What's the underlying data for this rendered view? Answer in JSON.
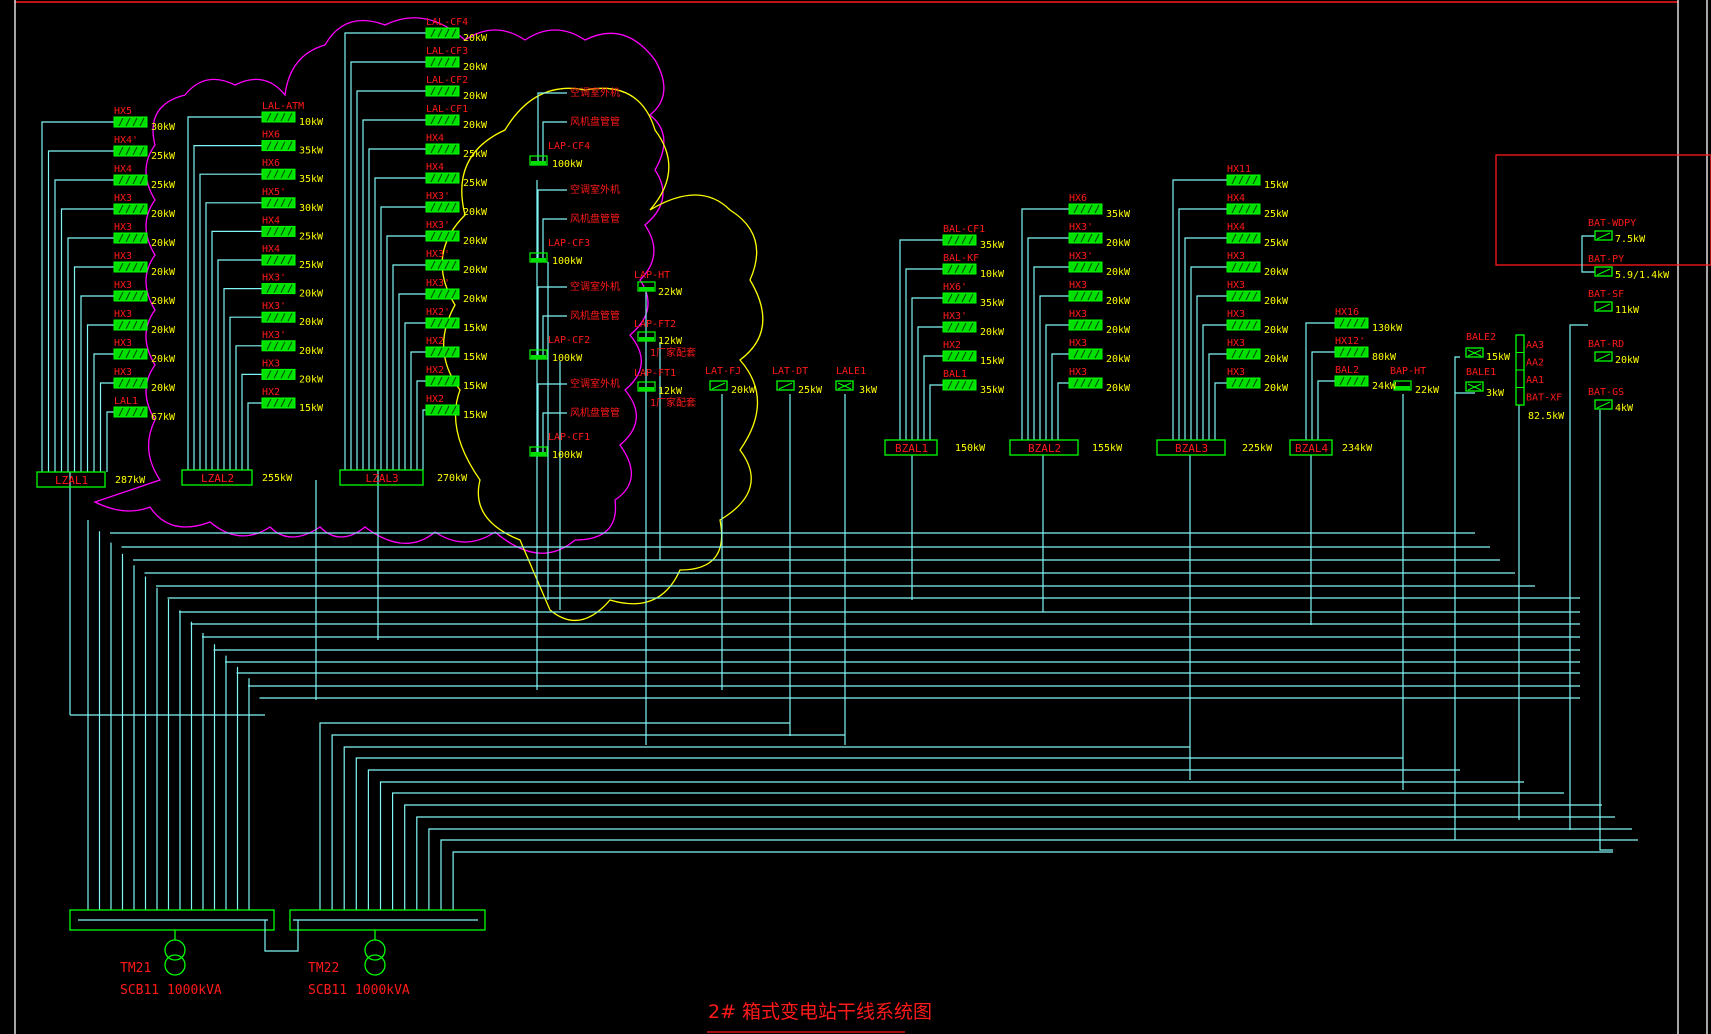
{
  "title": "2# 箱式变电站干线系统图",
  "colors": {
    "wire": "#7ff5f5",
    "equipment": "#00ff00",
    "label": "#ff1a1a",
    "power": "#ffff00",
    "cloud_magenta": "#ff00ff",
    "cloud_yellow": "#ffff00",
    "border": "#ffffff"
  },
  "transformers": [
    {
      "id": "TM21",
      "spec": "SCB11 1000kVA"
    },
    {
      "id": "TM22",
      "spec": "SCB11 1000kVA"
    }
  ],
  "panels": [
    {
      "id": "LZAL1",
      "total": "287kW",
      "feeders": [
        {
          "name": "HX5",
          "kw": "30kW"
        },
        {
          "name": "HX4'",
          "kw": "25kW"
        },
        {
          "name": "HX4",
          "kw": "25kW"
        },
        {
          "name": "HX3",
          "kw": "20kW"
        },
        {
          "name": "HX3",
          "kw": "20kW"
        },
        {
          "name": "HX3",
          "kw": "20kW"
        },
        {
          "name": "HX3",
          "kw": "20kW"
        },
        {
          "name": "HX3",
          "kw": "20kW"
        },
        {
          "name": "HX3",
          "kw": "20kW"
        },
        {
          "name": "HX3",
          "kw": "20kW"
        },
        {
          "name": "LAL1",
          "kw": "67kW"
        }
      ]
    },
    {
      "id": "LZAL2",
      "total": "255kW",
      "feeders": [
        {
          "name": "LAL-ATM",
          "kw": "10kW"
        },
        {
          "name": "HX6",
          "kw": "35kW"
        },
        {
          "name": "HX6",
          "kw": "35kW"
        },
        {
          "name": "HX5'",
          "kw": "30kW"
        },
        {
          "name": "HX4",
          "kw": "25kW"
        },
        {
          "name": "HX4",
          "kw": "25kW"
        },
        {
          "name": "HX3'",
          "kw": "20kW"
        },
        {
          "name": "HX3'",
          "kw": "20kW"
        },
        {
          "name": "HX3'",
          "kw": "20kW"
        },
        {
          "name": "HX3",
          "kw": "20kW"
        },
        {
          "name": "HX2",
          "kw": "15kW"
        }
      ]
    },
    {
      "id": "LZAL3",
      "total": "270kW",
      "feeders": [
        {
          "name": "LAL-CF4",
          "kw": "20kW"
        },
        {
          "name": "LAL-CF3",
          "kw": "20kW"
        },
        {
          "name": "LAL-CF2",
          "kw": "20kW"
        },
        {
          "name": "LAL-CF1",
          "kw": "20kW"
        },
        {
          "name": "HX4",
          "kw": "25kW"
        },
        {
          "name": "HX4",
          "kw": "25kW"
        },
        {
          "name": "HX3'",
          "kw": "20kW"
        },
        {
          "name": "HX3'",
          "kw": "20kW"
        },
        {
          "name": "HX3'",
          "kw": "20kW"
        },
        {
          "name": "HX3'",
          "kw": "20kW"
        },
        {
          "name": "HX2'",
          "kw": "15kW"
        },
        {
          "name": "HX2",
          "kw": "15kW"
        },
        {
          "name": "HX2",
          "kw": "15kW"
        },
        {
          "name": "HX2",
          "kw": "15kW"
        }
      ]
    },
    {
      "id": "BZAL1",
      "total": "150kW",
      "feeders": [
        {
          "name": "BAL-CF1",
          "kw": "35kW"
        },
        {
          "name": "BAL-KF",
          "kw": "10kW"
        },
        {
          "name": "HX6'",
          "kw": "35kW"
        },
        {
          "name": "HX3'",
          "kw": "20kW"
        },
        {
          "name": "HX2",
          "kw": "15kW"
        },
        {
          "name": "BAL1",
          "kw": "35kW"
        }
      ]
    },
    {
      "id": "BZAL2",
      "total": "155kW",
      "feeders": [
        {
          "name": "HX6",
          "kw": "35kW"
        },
        {
          "name": "HX3'",
          "kw": "20kW"
        },
        {
          "name": "HX3'",
          "kw": "20kW"
        },
        {
          "name": "HX3",
          "kw": "20kW"
        },
        {
          "name": "HX3",
          "kw": "20kW"
        },
        {
          "name": "HX3",
          "kw": "20kW"
        },
        {
          "name": "HX3",
          "kw": "20kW"
        }
      ]
    },
    {
      "id": "BZAL3",
      "total": "225kW",
      "feeders": [
        {
          "name": "HX11",
          "kw": "15kW"
        },
        {
          "name": "HX4",
          "kw": "25kW"
        },
        {
          "name": "HX4",
          "kw": "25kW"
        },
        {
          "name": "HX3",
          "kw": "20kW"
        },
        {
          "name": "HX3",
          "kw": "20kW"
        },
        {
          "name": "HX3",
          "kw": "20kW"
        },
        {
          "name": "HX3",
          "kw": "20kW"
        },
        {
          "name": "HX3",
          "kw": "20kW"
        }
      ]
    },
    {
      "id": "BZAL4",
      "total": "234kW",
      "feeders": [
        {
          "name": "HX16",
          "kw": "130kW"
        },
        {
          "name": "HX12'",
          "kw": "80kW"
        },
        {
          "name": "BAL2",
          "kw": "24kW"
        }
      ]
    }
  ],
  "lap_units": [
    {
      "name": "LAP-CF4",
      "kw": "100kW",
      "loads": [
        "空调室外机",
        "风机盘管管"
      ]
    },
    {
      "name": "LAP-CF3",
      "kw": "100kW",
      "loads": [
        "空调室外机",
        "风机盘管管"
      ]
    },
    {
      "name": "LAP-CF2",
      "kw": "100kW",
      "loads": [
        "空调室外机",
        "风机盘管管"
      ]
    },
    {
      "name": "LAP-CF1",
      "kw": "100kW",
      "loads": [
        "空调室外机",
        "风机盘管管"
      ]
    }
  ],
  "single_feeders": [
    {
      "name": "LAP-HT",
      "kw": "22kW",
      "note": ""
    },
    {
      "name": "LAP-FT2",
      "kw": "12kW",
      "note": "1厂家配套"
    },
    {
      "name": "LAP-FT1",
      "kw": "12kW",
      "note": "1厂家配套"
    },
    {
      "name": "LAT-FJ",
      "kw": "20kW",
      "note": ""
    },
    {
      "name": "LAT-DT",
      "kw": "25kW",
      "note": ""
    },
    {
      "name": "LALE1",
      "kw": "3kW",
      "note": ""
    },
    {
      "name": "BAP-HT",
      "kw": "22kW",
      "note": ""
    },
    {
      "name": "BALE2",
      "kw": "15kW",
      "note": ""
    },
    {
      "name": "BALE1",
      "kw": "3kW",
      "note": ""
    }
  ],
  "aa_stack": {
    "labels": [
      "AA3",
      "AA2",
      "AA1",
      "BAT-XF"
    ],
    "kw": "82.5kW"
  },
  "bat_units": [
    {
      "name": "BAT-WDPY",
      "kw": "7.5kW"
    },
    {
      "name": "BAT-PY",
      "kw": "5.9/1.4kW"
    },
    {
      "name": "BAT-SF",
      "kw": "11kW"
    },
    {
      "name": "BAT-RD",
      "kw": "20kW"
    },
    {
      "name": "BAT-GS",
      "kw": "4kW"
    }
  ]
}
